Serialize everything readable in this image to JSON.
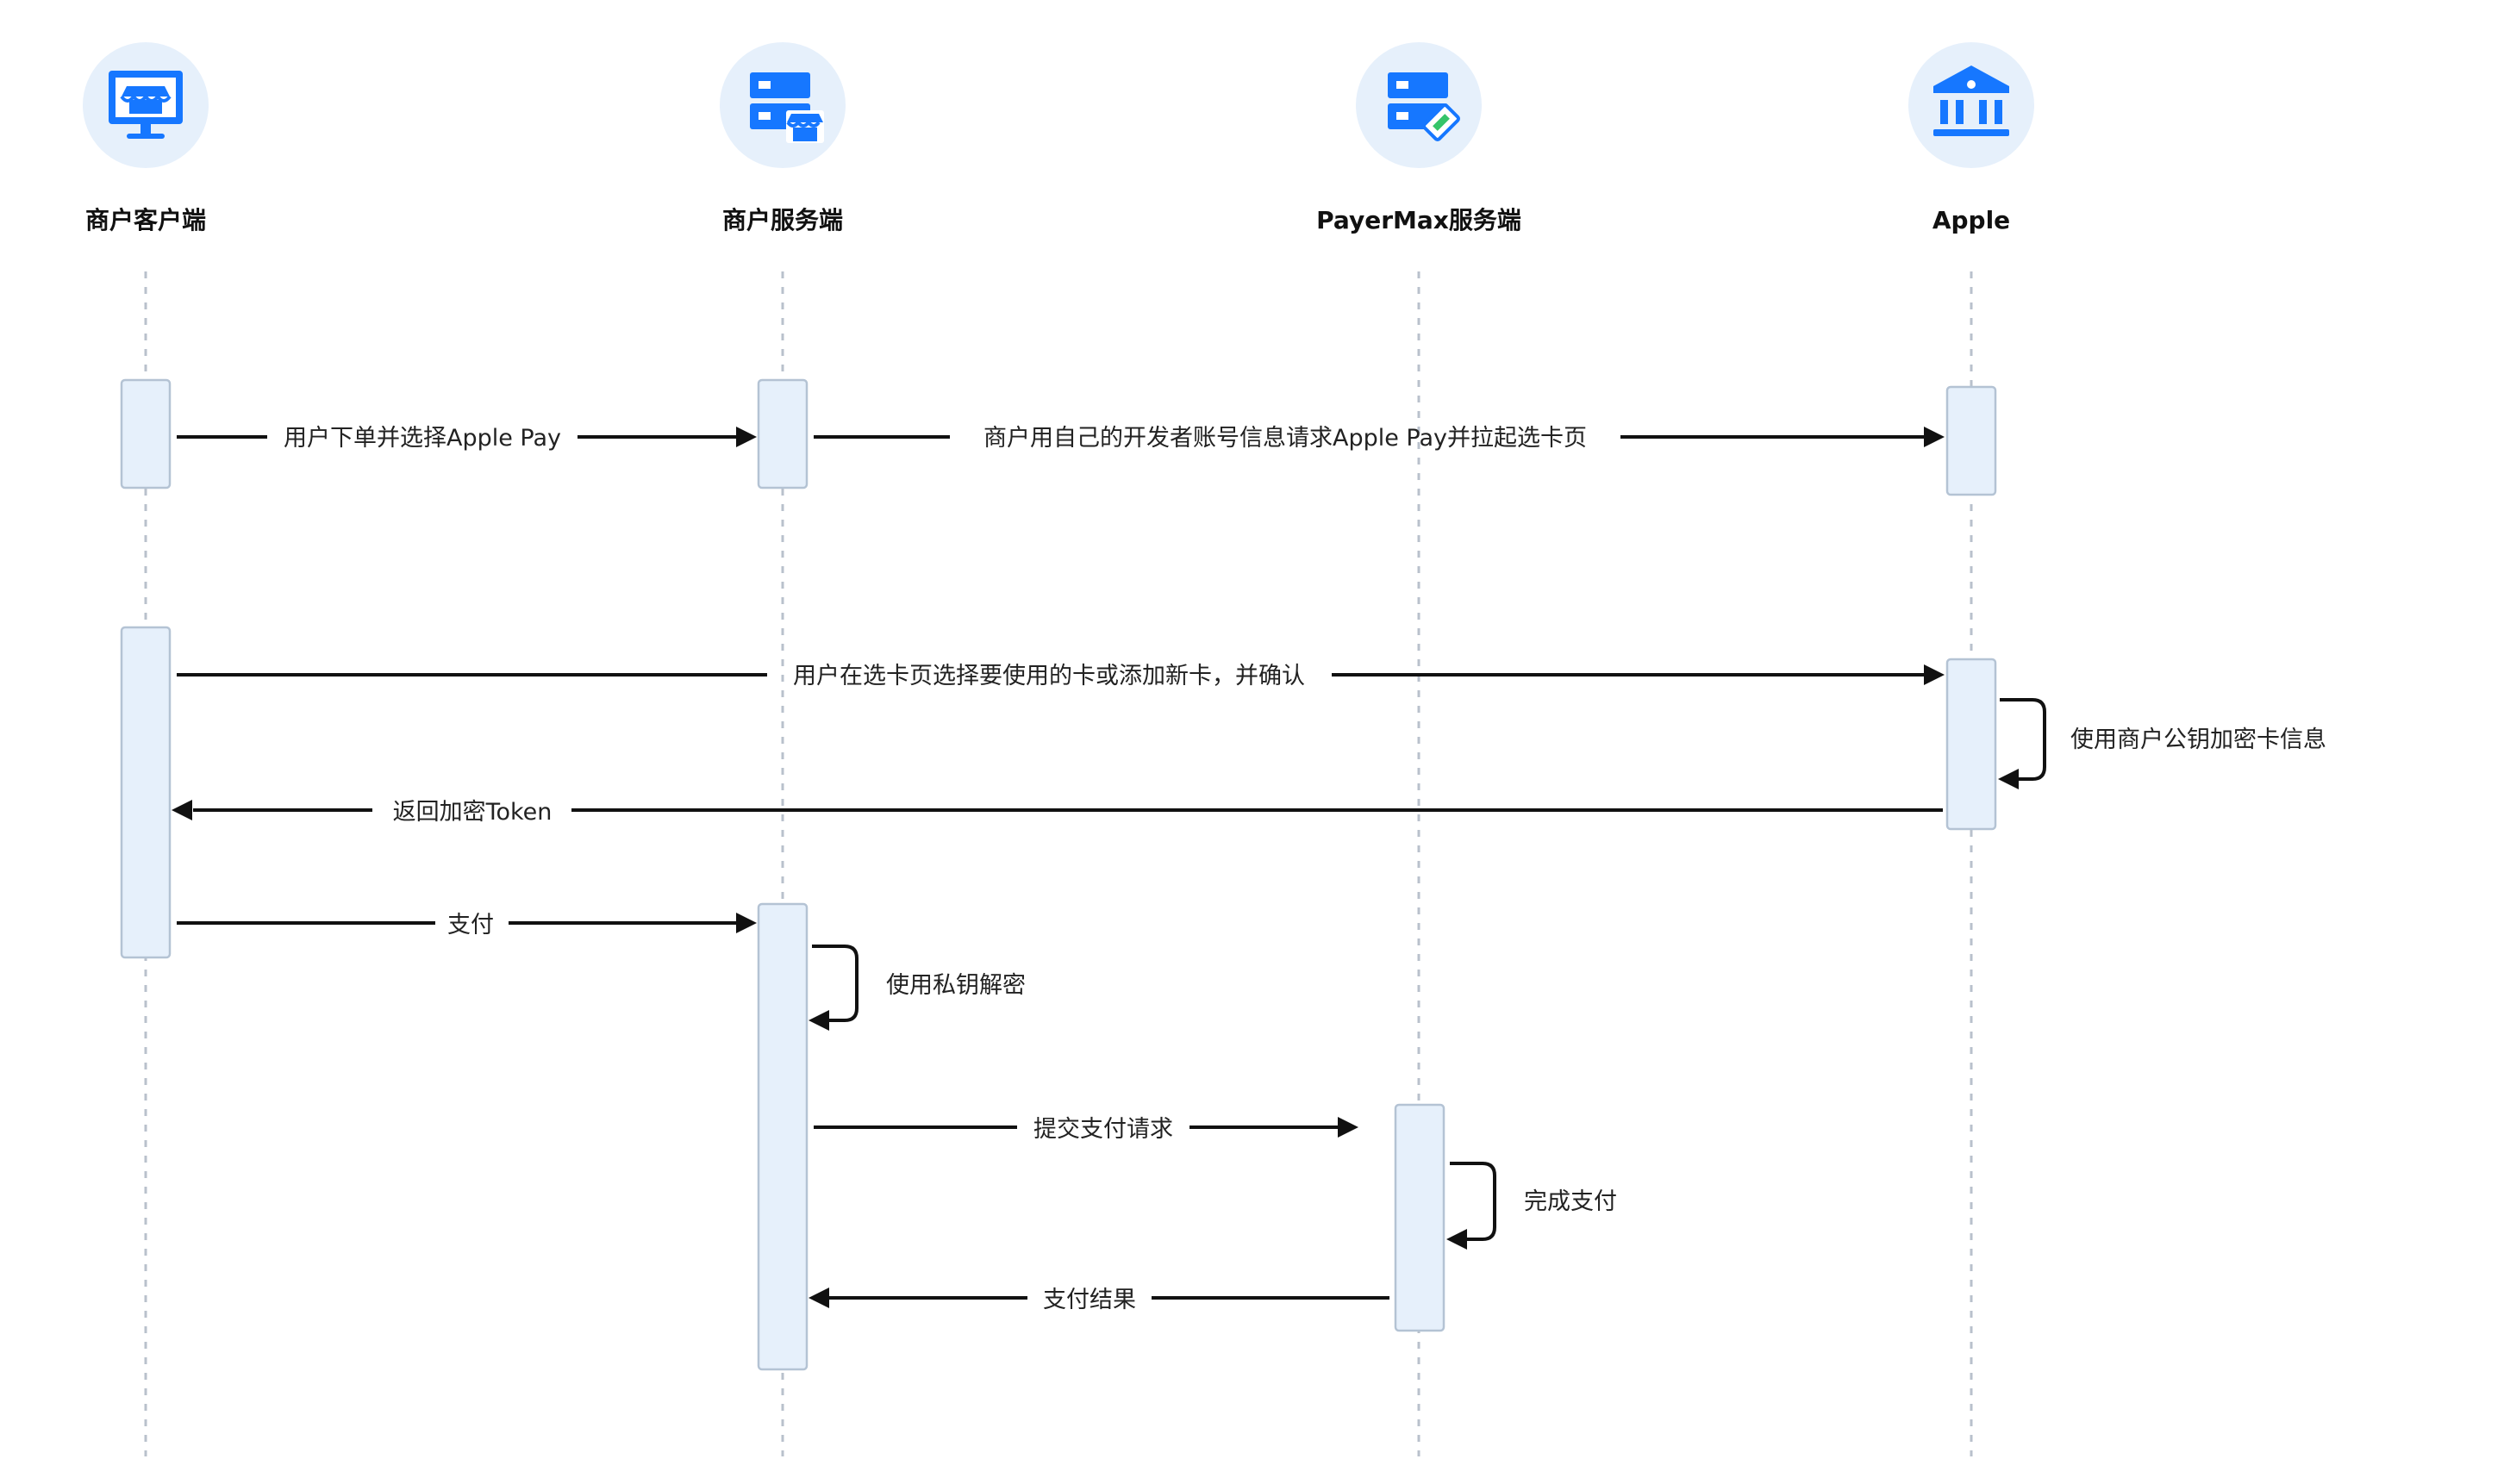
{
  "participants": [
    {
      "id": "client",
      "label": "商户客户端",
      "icon": "merchant-client-monitor-store-icon"
    },
    {
      "id": "server",
      "label": "商户服务端",
      "icon": "merchant-server-store-icon"
    },
    {
      "id": "payermax",
      "label": "PayerMax服务端",
      "icon": "payermax-server-wallet-icon"
    },
    {
      "id": "apple",
      "label": "Apple",
      "icon": "bank-building-icon"
    }
  ],
  "messages": [
    {
      "from": "client",
      "to": "server",
      "label": "用户下单并选择Apple Pay"
    },
    {
      "from": "server",
      "to": "apple",
      "label": "商户用自己的开发者账号信息请求Apple Pay并拉起选卡页"
    },
    {
      "from": "client",
      "to": "apple",
      "label": "用户在选卡页选择要使用的卡或添加新卡，并确认"
    },
    {
      "from": "apple",
      "to": "apple",
      "label": "使用商户公钥加密卡信息"
    },
    {
      "from": "apple",
      "to": "client",
      "label": "返回加密Token"
    },
    {
      "from": "client",
      "to": "server",
      "label": "支付"
    },
    {
      "from": "server",
      "to": "server",
      "label": "使用私钥解密"
    },
    {
      "from": "server",
      "to": "payermax",
      "label": "提交支付请求"
    },
    {
      "from": "payermax",
      "to": "payermax",
      "label": "完成支付"
    },
    {
      "from": "payermax",
      "to": "server",
      "label": "支付结果"
    }
  ],
  "colors": {
    "icon_blue": "#1677ff",
    "icon_circle": "#e6f0fb",
    "activation_fill": "#e6f0fb",
    "activation_stroke": "#b4c3d4",
    "lifeline": "#b9c1cc",
    "arrow": "#111111",
    "wallet_accent": "#35c46a"
  }
}
